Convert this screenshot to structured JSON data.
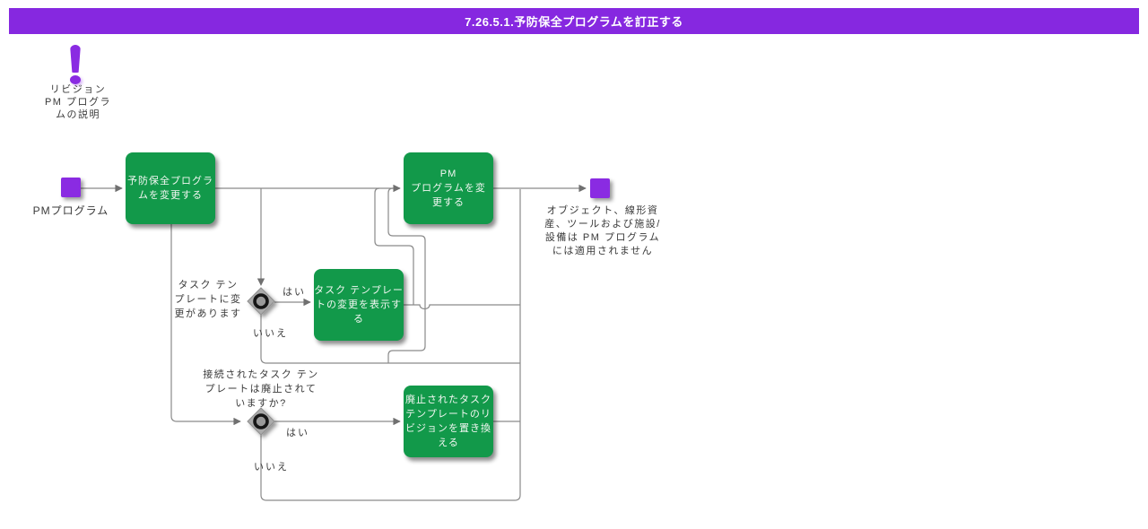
{
  "header": {
    "title": "7.26.5.1.予防保全プログラムを訂正する"
  },
  "note": {
    "icon": "exclamation-icon",
    "text": "リビジョン\nPM プログラ\nムの説明"
  },
  "start_event": {
    "label": "PMプログラム"
  },
  "end_event": {
    "note": "オブジェクト、線形資\n産、ツールおよび施設/\n設備は PM プログラム\nには適用されません"
  },
  "tasks": {
    "change_preventive_program": "予防保全プログラ\nムを変更する",
    "change_pm_program": "PM\nプログラムを変\n更する",
    "display_template_changes": "タスク テンプレー\nトの変更を表示す\nる",
    "replace_deprecated_revision": "廃止されたタスク\nテンプレートのリ\nビジョンを置き換\nえる"
  },
  "decisions": {
    "template_changed": {
      "question": "タスク テン\nプレートに変\n更があります",
      "yes": "はい",
      "no": "いいえ"
    },
    "template_deprecated": {
      "question": "接続されたタスク テン\nプレートは廃止されて\nいますか?",
      "yes": "はい",
      "no": "いいえ"
    }
  },
  "colors": {
    "header_purple": "#8628e0",
    "event_purple": "#8a2be2",
    "task_green": "#12994a",
    "connector_gray": "#8a8a8a",
    "gateway_gray": "#ababab",
    "text_dark": "#3a3a3a"
  }
}
